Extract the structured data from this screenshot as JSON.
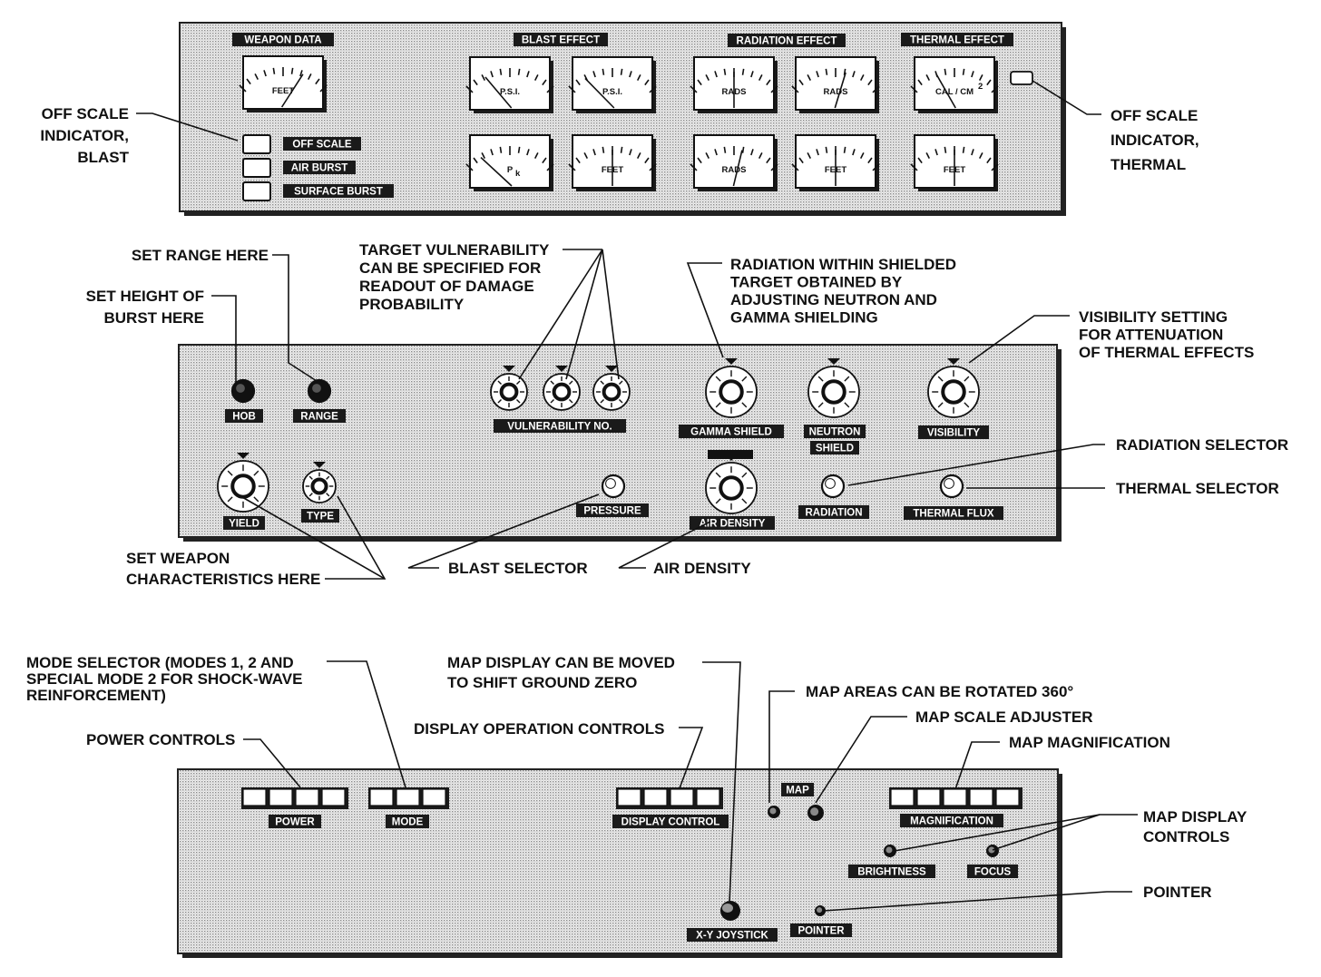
{
  "panel_top": {
    "labels": {
      "weapon_data": "WEAPON DATA",
      "blast_effect": "BLAST EFFECT",
      "radiation_effect": "RADIATION EFFECT",
      "thermal_effect": "THERMAL EFFECT",
      "off_scale": "OFF SCALE",
      "air_burst": "AIR BURST",
      "surface_burst": "SURFACE BURST"
    },
    "gauges": {
      "weapon_feet": "FEET",
      "blast_psi_1": "P.S.I.",
      "blast_psi_2": "P.S.I.",
      "blast_pk": "P",
      "blast_pk_sub": "k",
      "blast_feet": "FEET",
      "rad_rads_1": "RADS",
      "rad_rads_2": "RADS",
      "rad_rads_3": "RADS",
      "rad_feet": "FEET",
      "thermal_cal": "CAL / CM",
      "thermal_cal_sup": "2",
      "thermal_feet": "FEET"
    }
  },
  "panel_mid": {
    "labels": {
      "hob": "HOB",
      "range": "RANGE",
      "vulnerability_no": "VULNERABILITY NO.",
      "gamma_shield": "GAMMA SHIELD",
      "neutron": "NEUTRON",
      "shield": "SHIELD",
      "visibility": "VISIBILITY",
      "yield": "YIELD",
      "type": "TYPE",
      "pressure": "PRESSURE",
      "air_density": "AIR DENSITY",
      "radiation": "RADIATION",
      "thermal_flux": "THERMAL FLUX"
    }
  },
  "panel_bottom": {
    "labels": {
      "power": "POWER",
      "mode": "MODE",
      "display_control": "DISPLAY CONTROL",
      "map": "MAP",
      "magnification": "MAGNIFICATION",
      "brightness": "BRIGHTNESS",
      "focus": "FOCUS",
      "xy_joystick": "X-Y JOYSTICK",
      "pointer": "POINTER"
    }
  },
  "callouts": {
    "off_scale_blast": [
      "OFF SCALE",
      "INDICATOR,",
      "BLAST"
    ],
    "off_scale_thermal": [
      "OFF SCALE",
      "INDICATOR,",
      "THERMAL"
    ],
    "set_range": [
      "SET RANGE HERE"
    ],
    "set_height": [
      "SET HEIGHT OF",
      "BURST HERE"
    ],
    "target_vuln": [
      "TARGET VULNERABILITY",
      "CAN BE SPECIFIED FOR",
      "READOUT OF DAMAGE",
      "PROBABILITY"
    ],
    "radiation_within": [
      "RADIATION WITHIN SHIELDED",
      "TARGET OBTAINED BY",
      "ADJUSTING NEUTRON AND",
      "GAMMA SHIELDING"
    ],
    "visibility_setting": [
      "VISIBILITY SETTING",
      "FOR ATTENUATION",
      "OF THERMAL EFFECTS"
    ],
    "radiation_selector": [
      "RADIATION SELECTOR"
    ],
    "thermal_selector": [
      "THERMAL SELECTOR"
    ],
    "set_weapon": [
      "SET WEAPON",
      "CHARACTERISTICS HERE"
    ],
    "blast_selector": [
      "BLAST SELECTOR"
    ],
    "air_density": [
      "AIR DENSITY"
    ],
    "mode_selector": [
      "MODE SELECTOR (MODES 1, 2 AND",
      "SPECIAL MODE 2 FOR SHOCK-WAVE",
      "REINFORCEMENT)"
    ],
    "power_controls": [
      "POWER CONTROLS"
    ],
    "map_display_moved": [
      "MAP DISPLAY CAN BE MOVED",
      "TO SHIFT GROUND ZERO"
    ],
    "display_operation": [
      "DISPLAY OPERATION CONTROLS"
    ],
    "map_rotated": [
      "MAP AREAS CAN BE ROTATED 360°"
    ],
    "map_scale": [
      "MAP SCALE ADJUSTER"
    ],
    "map_magnification": [
      "MAP MAGNIFICATION"
    ],
    "map_display_controls": [
      "MAP DISPLAY",
      "CONTROLS"
    ],
    "pointer": [
      "POINTER"
    ]
  }
}
